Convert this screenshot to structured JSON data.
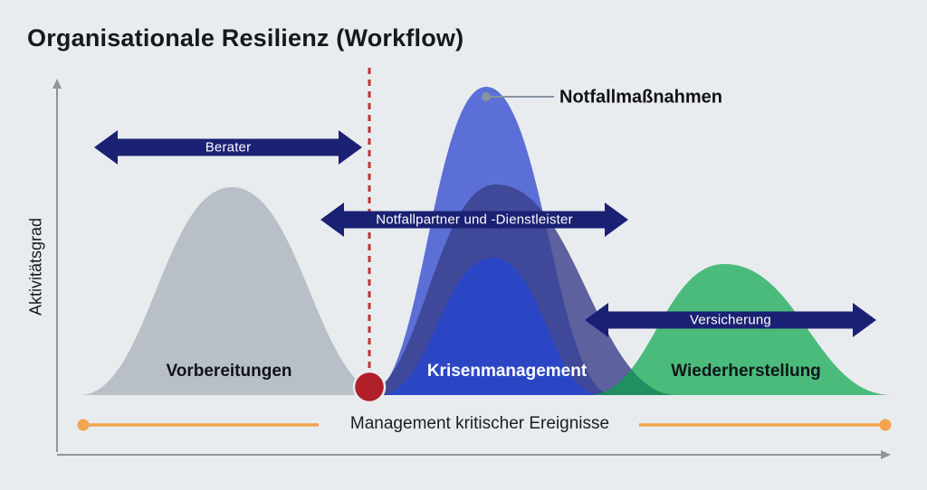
{
  "title": "Organisationale Resilienz (Workflow)",
  "y_axis_label": "Aktivitätsgrad",
  "peak_callout": "Notfallmaßnahmen",
  "arrows": {
    "consultant": "Berater",
    "partners": "Notfallpartner und -Dienstleister",
    "insurance": "Versicherung"
  },
  "phases": {
    "preparation": "Vorbereitungen",
    "crisis": "Krisenmanagement",
    "recovery": "Wiederherstellung"
  },
  "timeline_label": "Management kritischer Ereignisse",
  "colors": {
    "background": "#E9ECEF",
    "preparation_gray": "#B9BFC7",
    "emergency_blue": "#5B6FD6",
    "crisis_outer_blue": "#3A3E8A",
    "crisis_blue": "#2B46C5",
    "recovery_green": "#05A548",
    "arrow_navy": "#1A2173",
    "alert_red": "#BF3238",
    "alert_dot_red": "#B01F2A",
    "timeline_orange": "#F2A44E",
    "axis_gray": "#8C96A0",
    "callout_gray": "#8793A0"
  }
}
